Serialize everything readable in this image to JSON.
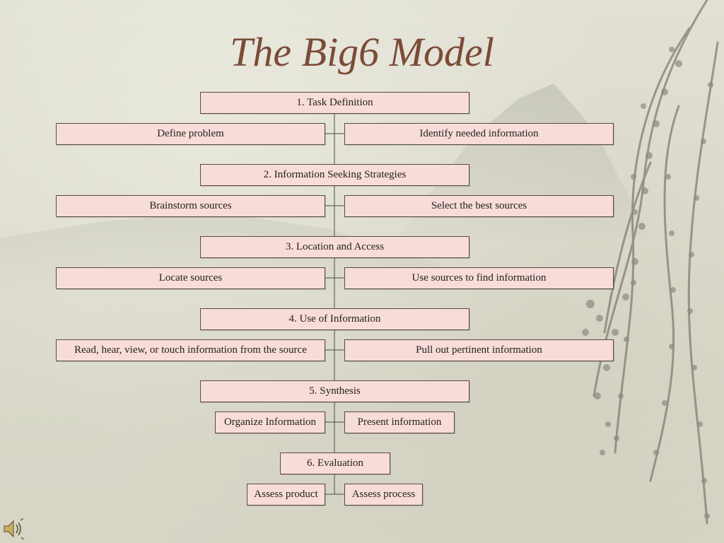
{
  "slide": {
    "title": "The Big6 Model"
  },
  "diagram": {
    "steps": [
      {
        "label": "1. Task Definition",
        "subs": [
          "Define problem",
          "Identify needed information"
        ]
      },
      {
        "label": "2. Information Seeking Strategies",
        "subs": [
          "Brainstorm sources",
          "Select the best sources"
        ]
      },
      {
        "label": "3. Location and Access",
        "subs": [
          "Locate sources",
          "Use sources to find information"
        ]
      },
      {
        "label": "4. Use of Information",
        "subs": [
          "Read, hear, view, or touch information from the source",
          "Pull out pertinent information"
        ]
      },
      {
        "label": "5. Synthesis",
        "subs": [
          "Organize Information",
          "Present information"
        ]
      },
      {
        "label": "6. Evaluation",
        "subs": [
          "Assess product",
          "Assess process"
        ]
      }
    ]
  },
  "icons": {
    "speaker": "speaker-icon"
  },
  "colors": {
    "title": "#7b4b37",
    "box_fill": "#f8dcd7",
    "box_border": "#5a4a45",
    "connector": "#4a4a4a"
  }
}
